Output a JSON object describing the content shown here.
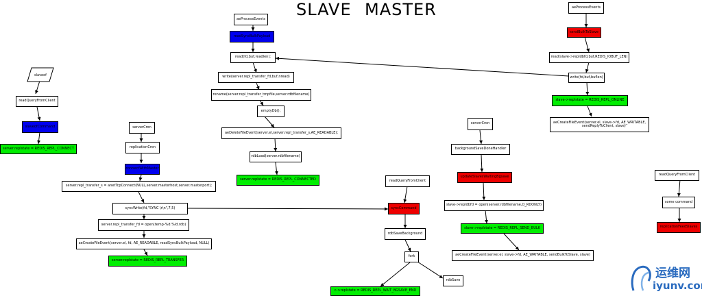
{
  "header": {
    "slave": "SLAVE",
    "master": "MASTER"
  },
  "slaveof": "slaveof",
  "nodes": {
    "s_ae": "aeProcessEvents",
    "s_blue_top": "readSyncBulkPayload",
    "s_read": "read(fd,buf,readlen);",
    "s_write": "write(server.repl_transfer_fd,buf,nread)",
    "s_rename": "rename(server.repl_transfer_tmpfile,server.rdbfilename)",
    "s_empty": "emptyDb();",
    "s_aedel": "aeDeleteFileEvent(server.el,server.repl_transfer_s,AE_READABLE);",
    "s_rdbload": "rdbLoad(server.rdbfilename)",
    "s_connected": "server.replstate = REDIS_REPL_CONNECTED",
    "s_rqfc": "readQueryFromClient",
    "s_slaveofcmd": "slaveofCommand",
    "s_connect": "server.replstate = REDIS_REPL_CONNECT",
    "s_servercron": "serverCron",
    "s_replcron": "replicationCron",
    "s_connectmaster": "connectWithMaster",
    "s_anettcp": "server.repl_transfer_s = anetTcpConnect(NULL,server.masterhost,server.masterport);",
    "s_syncwrite": "syncWrite(fd,\"SYNC \\r\\n\",7,5)",
    "s_open": "server.repl_transfer_fd = open(temp-%d.%ld.rdb)",
    "s_aecreate": "aeCreateFileEvent(server.el, fd, AE_READABLE, readSyncBulkPayload, NULL)",
    "s_transfer": "server.replstate = REDIS_REPL_TRANSFER",
    "m_ae": "aeProcessEvents",
    "m_sendbulk": "sendBulkToSlave",
    "m_read": "read(slave->repldbfd,buf,REDIS_IOBUF_LEN)",
    "m_write": "write(fd,buf,buflen)",
    "m_online": "slave->replstate = REDIS_REPL_ONLINE",
    "m_aecreate": "aeCreateFileEvent(server.el, slave->fd, AE_WRITABLE,\n        sendReplyToClient, slave)",
    "m_servercron": "serverCron",
    "m_bgdone": "backgroundSaveDoneHandler",
    "m_updslaves": "updateSlavesWaitingBgsave",
    "m_open": "slave->repldbfd = open(server.rdbfilename,O_RDONLY)",
    "m_sendbulkstate": "slave->replstate = REDIS_REPL_SEND_BULK",
    "m_aecreate2": "aeCreateFileEvent(server.el, slave->fd, AE_WRITABLE, sendBulkToSlave, slave)",
    "m_rqfc": "readQueryFromClient",
    "m_synccmd": "syncCommand",
    "m_rdbbg": "rdbSaveBackground",
    "m_fork": "fork",
    "m_rdbsave": "rdbSave",
    "m_waitbg": "c->replstate = REDIS_REPL_WAIT_BGSAVE_END",
    "m_rqfc2": "readQueryFromClient",
    "m_somecmd": "some command",
    "m_feedslaves": "replicationFeedSlaves"
  },
  "watermark": {
    "cn": "运维网",
    "url": "iyunv.com"
  },
  "colors": {
    "blue": "#0000ee",
    "red": "#ee0000",
    "green": "#00ee00",
    "edge": "#000000"
  }
}
